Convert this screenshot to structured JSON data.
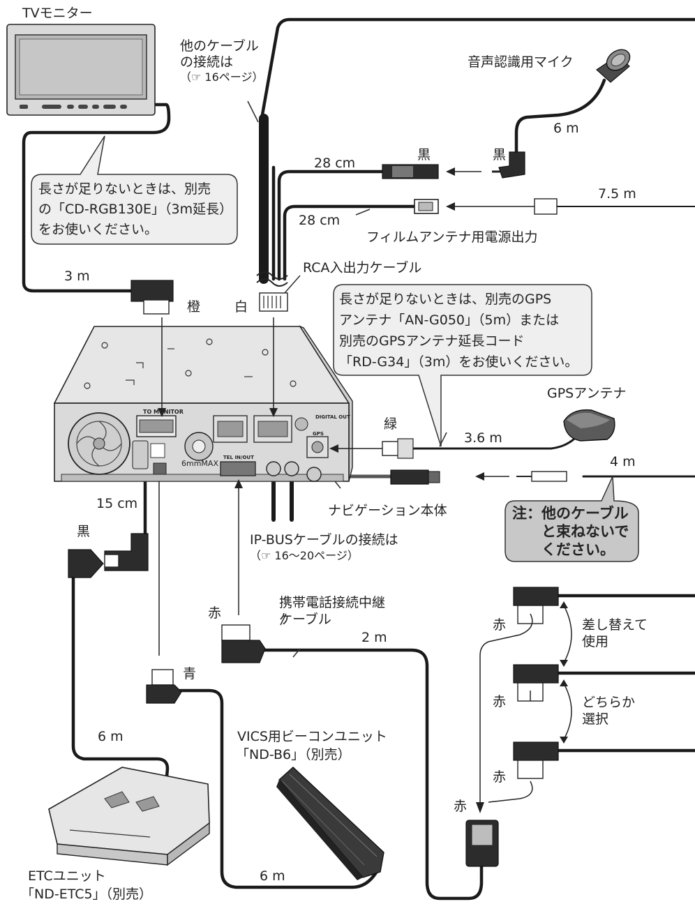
{
  "labels": {
    "tv_monitor": "TVモニター",
    "other_cable_1": "他のケーブル",
    "other_cable_2": "の接続は",
    "other_cable_3": "（☞ 16ページ）",
    "voice_mic": "音声認識用マイク",
    "len_6m_mic": "6 m",
    "len_28cm_a": "28 cm",
    "black_a": "黒",
    "black_b": "黒",
    "len_7_5m": "7.5 m",
    "len_28cm_b": "28 cm",
    "film_antenna": "フィルムアンテナ用電源出力",
    "rca_cable": "RCA入出力ケーブル",
    "len_3m": "3 m",
    "orange": "橙",
    "white": "白",
    "gps_antenna": "GPSアンテナ",
    "green": "緑",
    "len_3_6m": "3.6 m",
    "len_4m": "4 m",
    "to_monitor": "TO MONITOR",
    "digital_out": "DIGITAL OUT",
    "gps_port": "GPS",
    "tel_inout": "TEL IN/OUT",
    "six_mm_max": "6mmMAX",
    "nav_unit": "ナビゲーション本体",
    "len_15cm": "15 cm",
    "black_c": "黒",
    "ipbus_1": "IP-BUSケーブルの接続は",
    "ipbus_2": "（☞ 16〜20ページ）",
    "red_a": "赤",
    "phone_relay_1": "携帯電話接続中継",
    "phone_relay_2": "ケーブル",
    "len_2m": "2 m",
    "red_b": "赤",
    "swap_1": "差し替えて",
    "swap_2": "使用",
    "red_c": "赤",
    "choose_1": "どちらか",
    "choose_2": "選択",
    "red_d": "赤",
    "red_e": "赤",
    "blue": "青",
    "len_6m_etc": "6 m",
    "vics_1": "VICS用ビーコンユニット",
    "vics_2": "「ND-B6」（別売）",
    "len_6m_vics": "6 m",
    "etc_1": "ETCユニット",
    "etc_2": "「ND-ETC5」（別売）"
  },
  "notes": {
    "monitor_note": [
      "長さが足りないときは、別売",
      "の「CD-RGB130E」（3m延長）",
      "をお使いください。"
    ],
    "gps_note": [
      "長さが足りないときは、別売のGPS",
      "アンテナ「AN-G050」（5m）または",
      "別売のGPSアンテナ延長コード",
      "「RD-G34」（3m）をお使いください。"
    ],
    "warning": [
      "注：他のケーブル",
      "と束ねないで",
      "ください。"
    ]
  },
  "colors": {
    "cable": "#1a1a1a",
    "callout": "#efefef",
    "warning": "#c8c8c8"
  }
}
